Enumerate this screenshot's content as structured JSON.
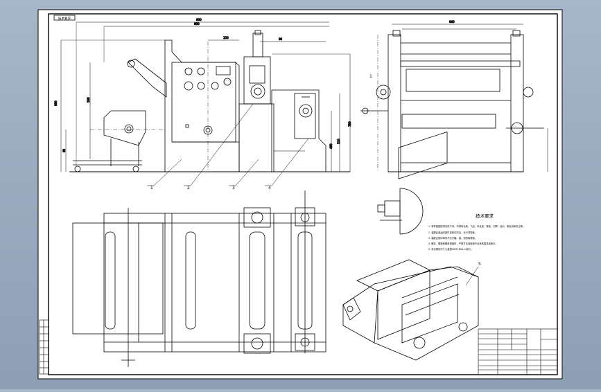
{
  "sheet": {
    "title_tab": "技术要求",
    "tech_requirements": {
      "heading": "技术要求",
      "lines": [
        "1. 零件装配前须清洗干净，不得有毛刺、飞边、氧化皮、锈蚀、切屑、油污、着色剂和灰尘等。",
        "2. 装配后各运动部件应转动灵活，无卡滞现象。",
        "3. 装配过程中零件不允许磕、碰、划伤和锈蚀。",
        "4. 螺钉、螺栓和螺母紧固时，严禁打击或使用不合适的旋具和扳手。",
        "5. 未注明的尺寸公差按GB/T1804-m执行。"
      ]
    },
    "callouts": [
      "1",
      "2",
      "3",
      "4",
      "5"
    ],
    "detail_callout": "1"
  },
  "colors": {
    "background": "#9aa9bd",
    "paper": "#ffffff",
    "line": "#000000"
  }
}
